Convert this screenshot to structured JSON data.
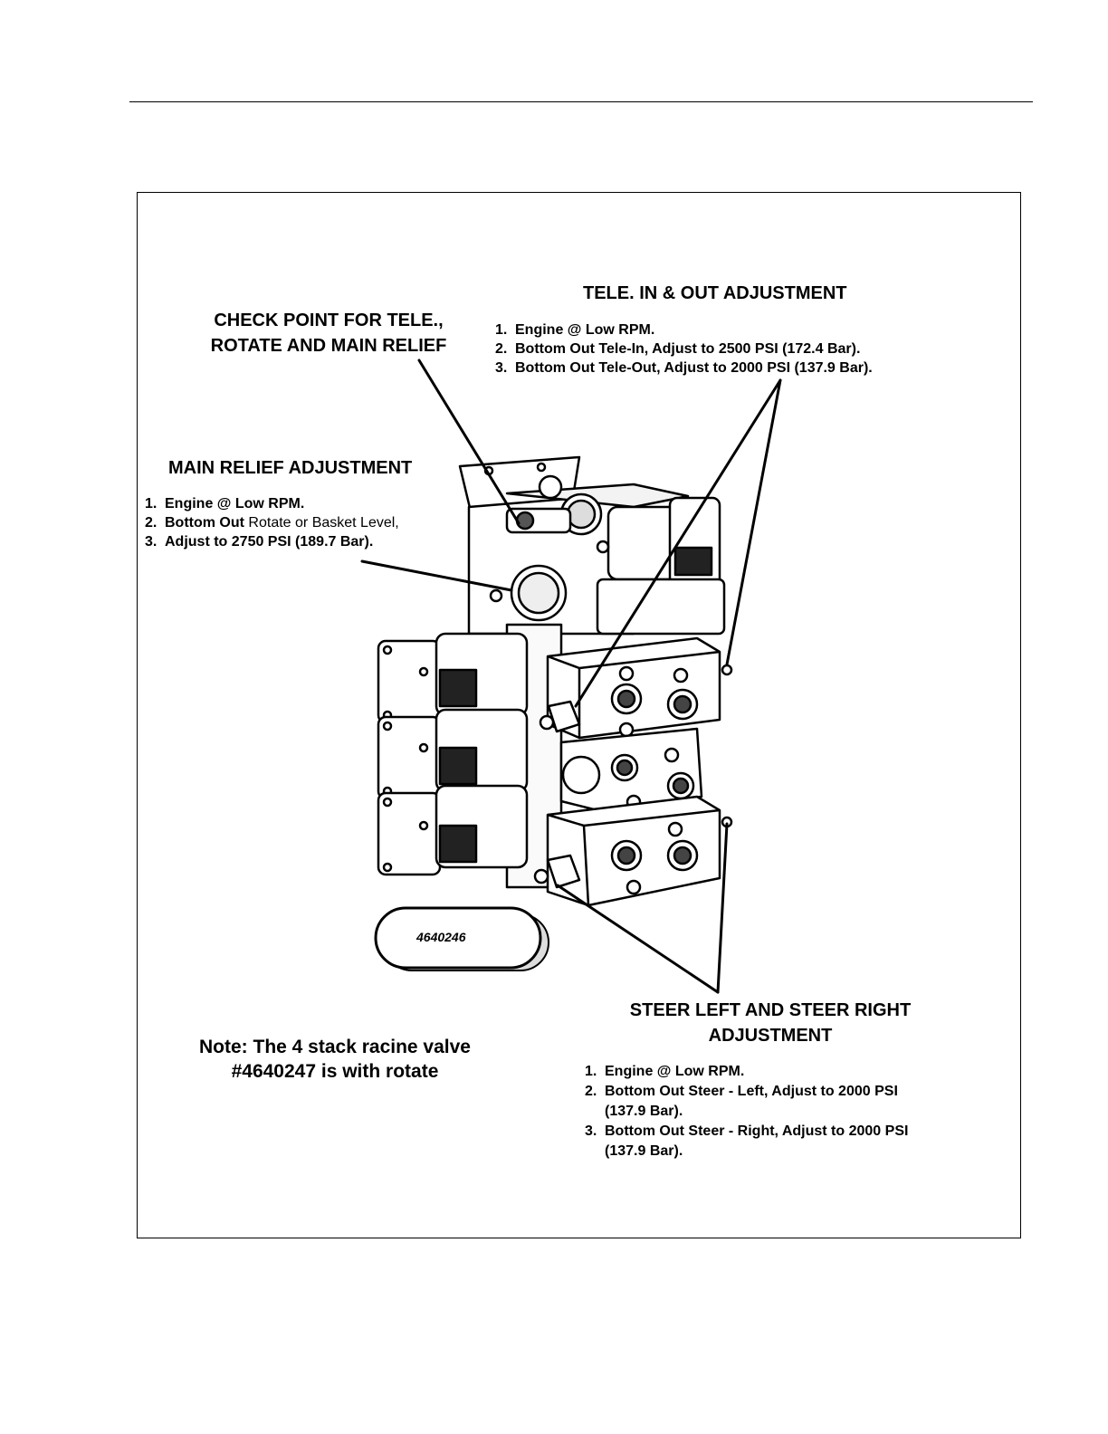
{
  "check_point": {
    "title_line1": "CHECK POINT FOR TELE.,",
    "title_line2": "ROTATE AND MAIN RELIEF"
  },
  "tele_adjustment": {
    "title": "TELE. IN & OUT ADJUSTMENT",
    "steps": [
      {
        "num": "1.",
        "text": "Engine @ Low RPM."
      },
      {
        "num": "2.",
        "text": "Bottom Out Tele-In, Adjust to 2500 PSI (172.4 Bar)."
      },
      {
        "num": "3.",
        "text": "Bottom Out Tele-Out, Adjust to 2000 PSI (137.9 Bar)."
      }
    ]
  },
  "main_relief": {
    "title": "MAIN RELIEF ADJUSTMENT",
    "steps": [
      {
        "num": "1.",
        "text": "Engine @ Low RPM."
      },
      {
        "num": "2.",
        "text_bold": "Bottom Out",
        "text_regular": " Rotate or Basket Level,"
      },
      {
        "num": "3.",
        "text": "Adjust to 2750 PSI (189.7 Bar)."
      }
    ]
  },
  "part_number": "4640246",
  "note": {
    "line1": "Note: The 4 stack racine valve",
    "line2": "#4640247 is with rotate"
  },
  "steer_adjustment": {
    "title_line1": "STEER LEFT AND STEER RIGHT",
    "title_line2": "ADJUSTMENT",
    "steps": [
      {
        "num": "1.",
        "line1": "Engine @ Low RPM.",
        "line2": ""
      },
      {
        "num": "2.",
        "line1": "Bottom Out Steer - Left, Adjust to 2000 PSI",
        "line2": "(137.9 Bar)."
      },
      {
        "num": "3.",
        "line1": "Bottom Out Steer - Right, Adjust  to 2000 PSI",
        "line2": "(137.9 Bar)."
      }
    ]
  }
}
